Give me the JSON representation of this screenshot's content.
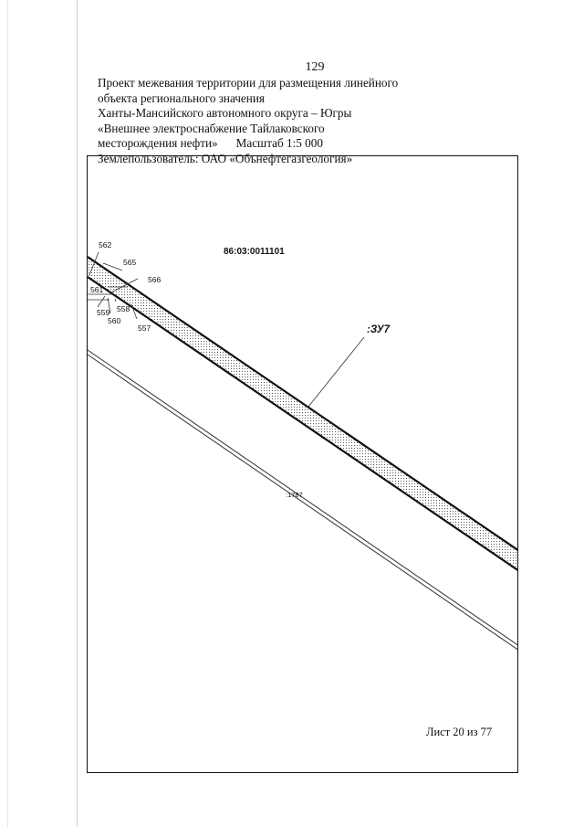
{
  "page_number": "129",
  "header": {
    "lines": [
      "Проект межевания территории для размещения линейного",
      "объекта регионального значения",
      "Ханты-Мансийского автономного округа – Югры",
      "«Внешнее электроснабжение Тайлаковского",
      "месторождения нефти»"
    ],
    "scale": "Масштаб 1:5 000",
    "land_user": "Землепользователь: ОАО «Обънефтегазгеология»"
  },
  "map": {
    "cadastral_block": "86:03:0011101",
    "parcel_label": ":ЗУ7",
    "road_label": ":1787",
    "points": [
      "562",
      "565",
      "566",
      "561",
      "559",
      "560",
      "558",
      "557"
    ]
  },
  "sheet": "Лист 20 из 77"
}
